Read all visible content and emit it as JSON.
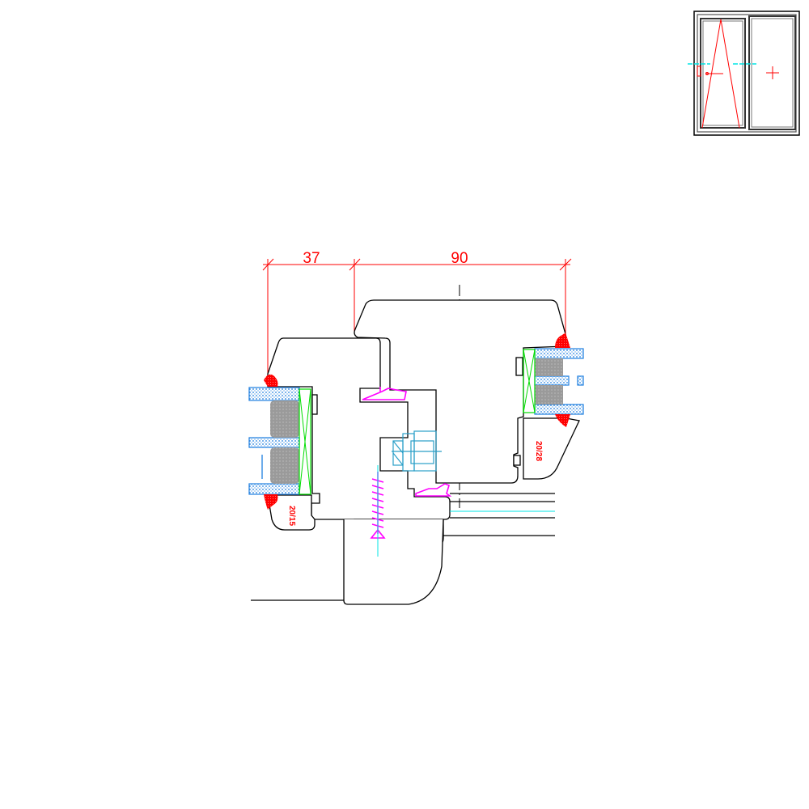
{
  "drawing": {
    "dimensions": [
      {
        "label": "37"
      },
      {
        "label": "90"
      }
    ],
    "glazing_labels": {
      "left": "20/15",
      "right": "20/28"
    }
  },
  "colors": {
    "outline": "#000000",
    "dimension": "#ff0000",
    "seal": "#ff0000",
    "gasket": "#ff00ff",
    "glass": "#1e7fe0",
    "spacer": "#9a9a9a",
    "setting_block": "#00dd00",
    "hardware": "#2a9fc8",
    "axis": "#00e5e5"
  }
}
